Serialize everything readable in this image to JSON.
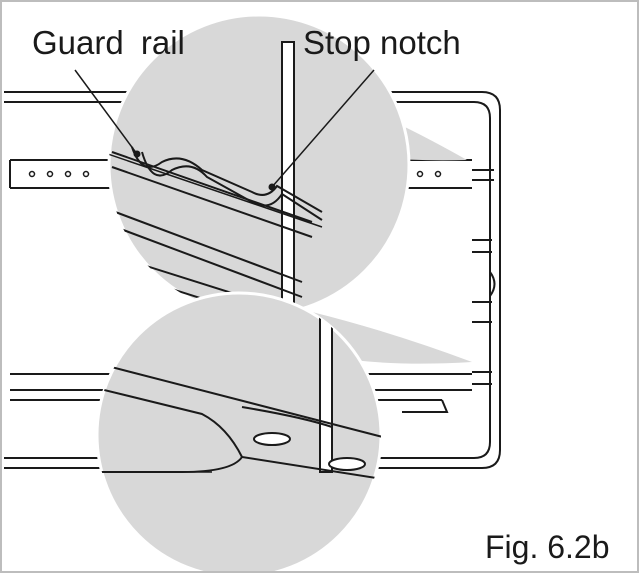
{
  "labels": {
    "guard_rail": "Guard rail",
    "stop_notch": "Stop notch",
    "figure": "Fig. 6.2b"
  },
  "colors": {
    "line": "#1a1a1a",
    "magnifier_fill": "#d8d8d8",
    "frame": "#bdbdbd"
  }
}
